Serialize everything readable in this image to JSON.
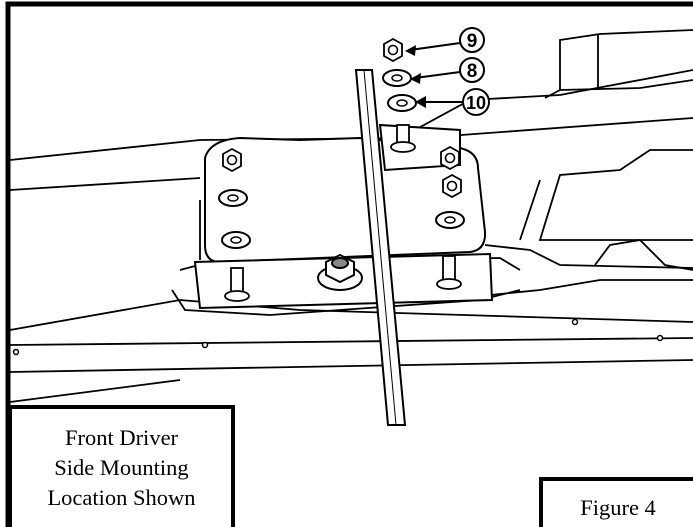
{
  "callouts": [
    {
      "id": "nut",
      "label": "9"
    },
    {
      "id": "lock-washer",
      "label": "8"
    },
    {
      "id": "flat-washer",
      "label": "10"
    }
  ],
  "location_caption": {
    "line1": "Front Driver",
    "line2": "Side Mounting",
    "line3": "Location Shown"
  },
  "figure_label": "Figure 4"
}
